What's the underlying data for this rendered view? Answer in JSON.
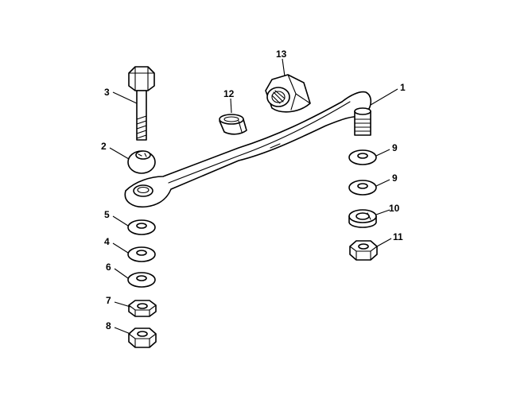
{
  "diagram": {
    "callouts": [
      "1",
      "2",
      "3",
      "4",
      "5",
      "6",
      "7",
      "8",
      "9",
      "9",
      "10",
      "11",
      "12",
      "13"
    ],
    "parts": [
      {
        "id": "drag-link",
        "callout": 0
      },
      {
        "id": "ball-bushing",
        "callout": 1
      },
      {
        "id": "bolt",
        "callout": 2
      },
      {
        "id": "washer-4",
        "callout": 3
      },
      {
        "id": "washer-5",
        "callout": 4
      },
      {
        "id": "washer-6",
        "callout": 5
      },
      {
        "id": "nut-7",
        "callout": 6
      },
      {
        "id": "nut-8",
        "callout": 7
      },
      {
        "id": "washer-9a",
        "callout": 8
      },
      {
        "id": "washer-9b",
        "callout": 9
      },
      {
        "id": "lock-washer-10",
        "callout": 10
      },
      {
        "id": "nut-11",
        "callout": 11
      },
      {
        "id": "sleeve-12",
        "callout": 12
      },
      {
        "id": "coupling-nut-13",
        "callout": 13
      }
    ]
  }
}
